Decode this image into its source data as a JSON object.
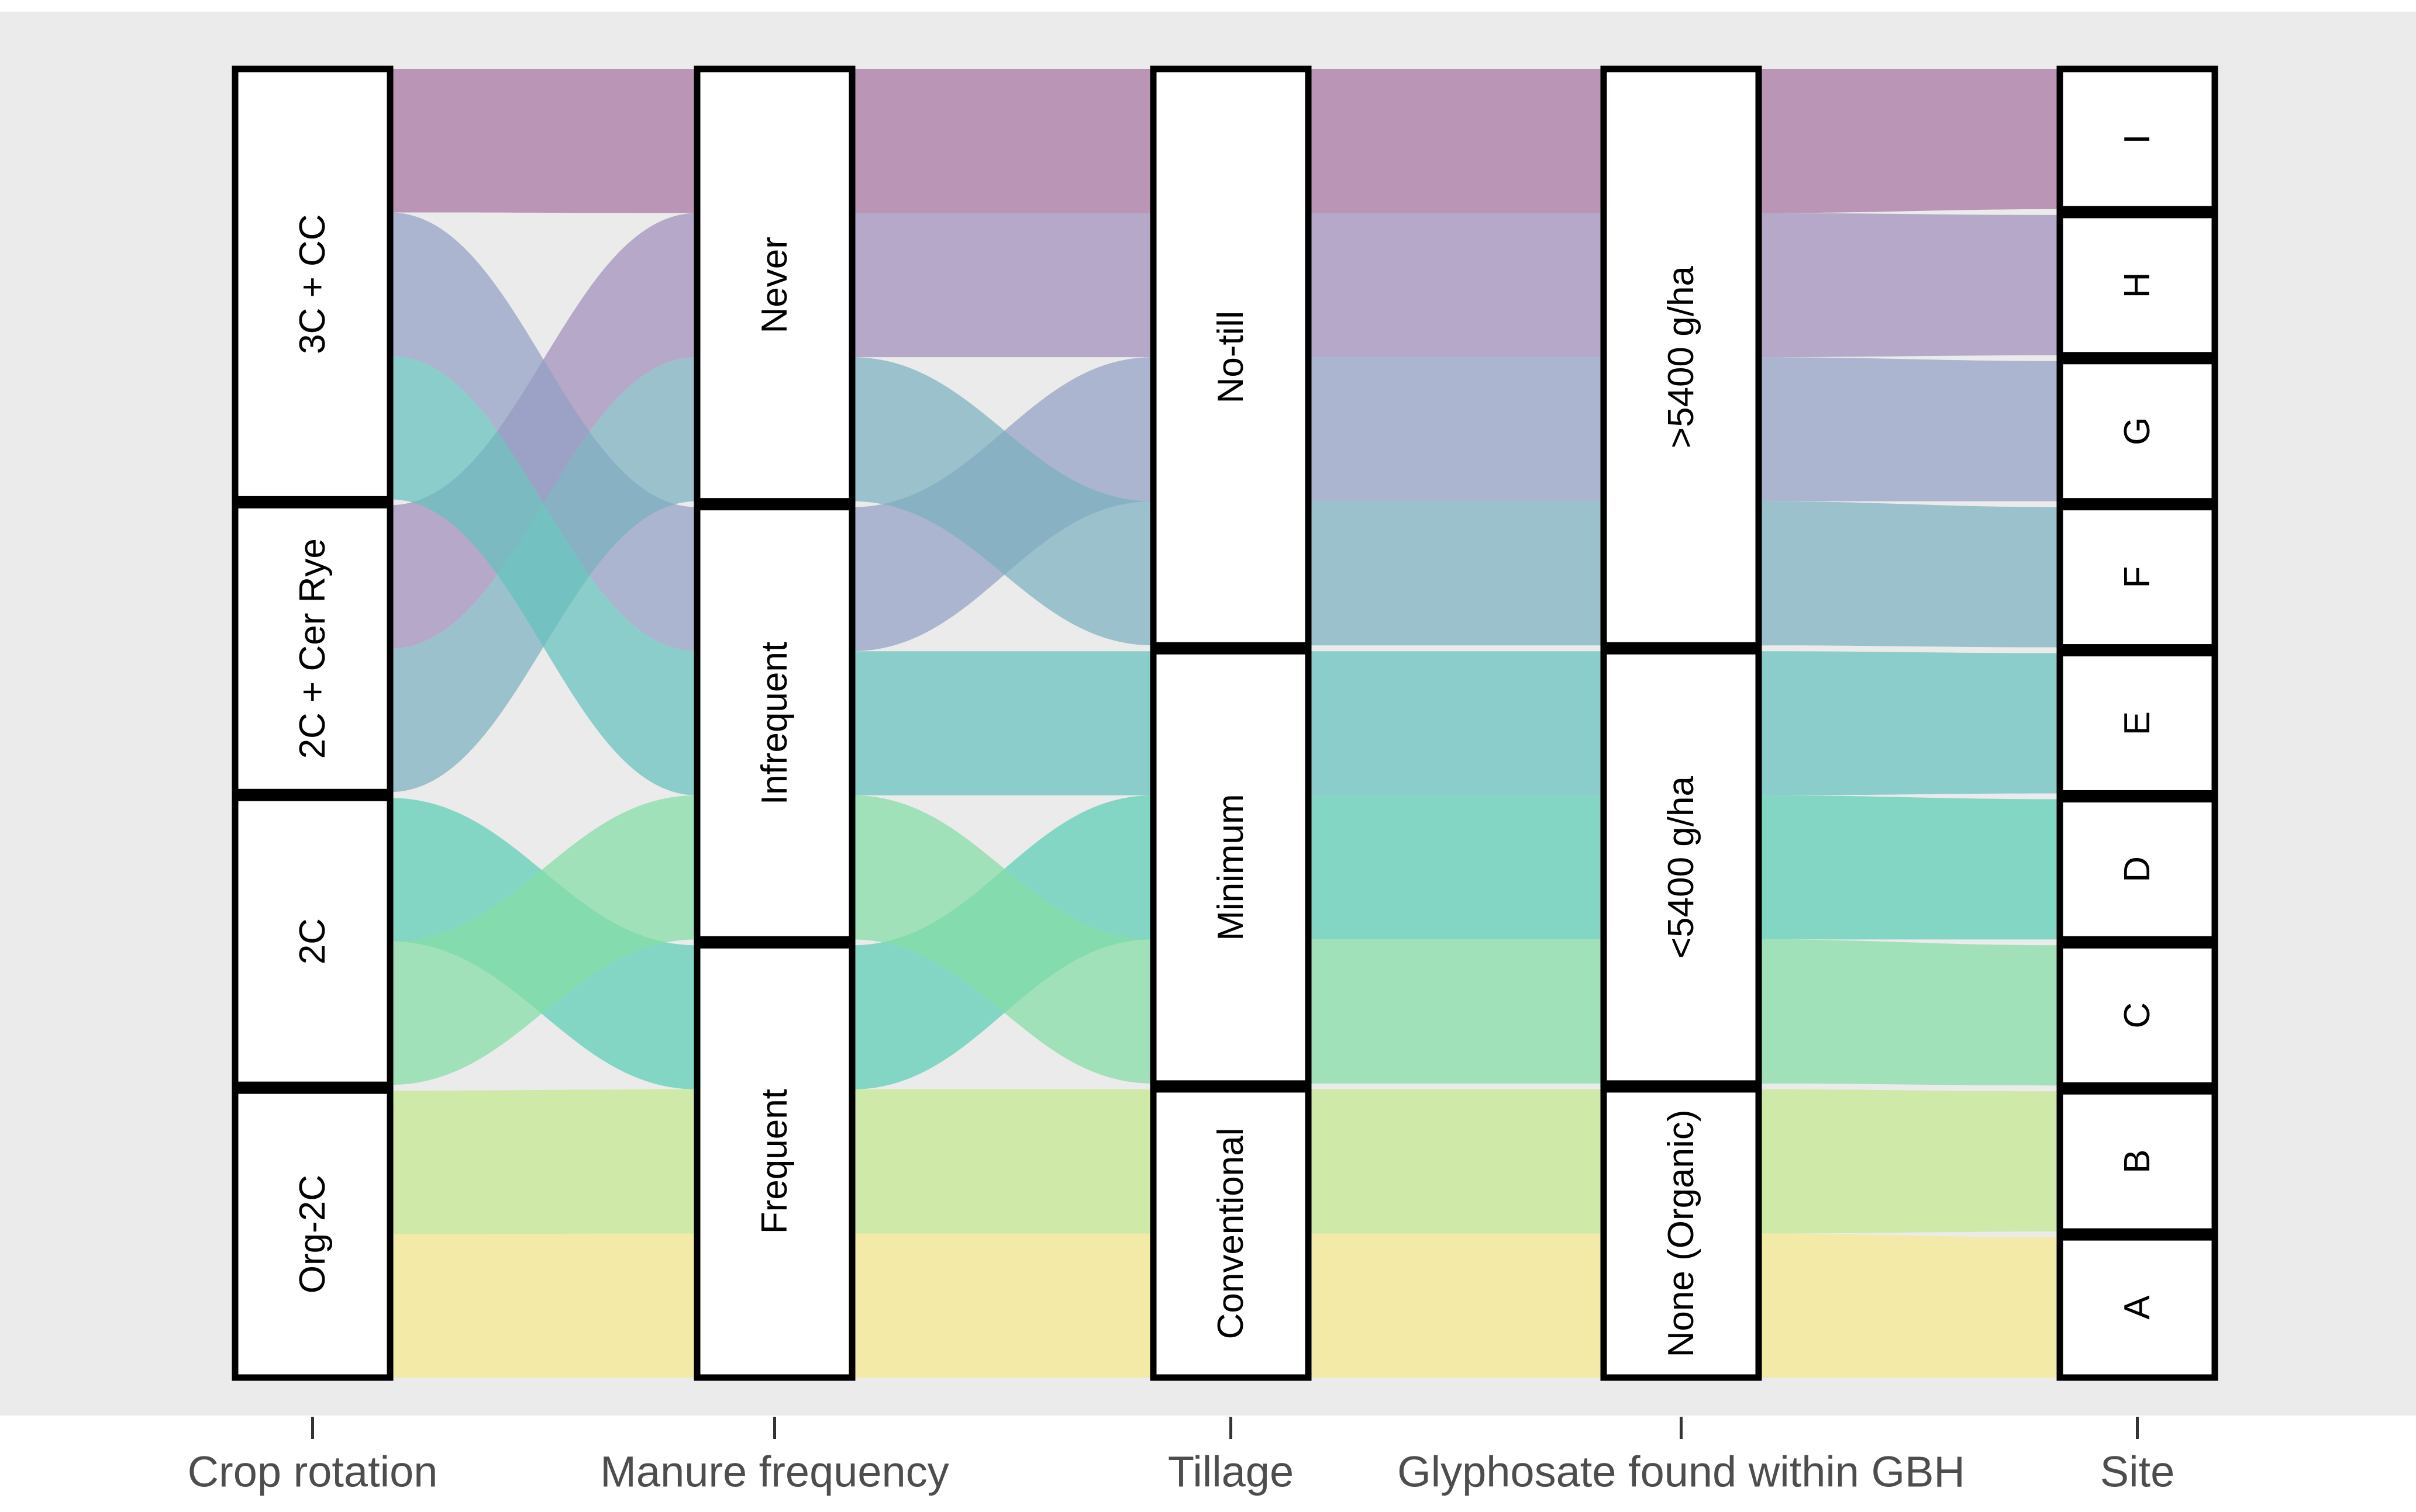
{
  "chart_data": {
    "type": "alluvial",
    "title": "",
    "axes": [
      {
        "key": "crop_rotation",
        "label": "Crop rotation",
        "strata": [
          "3C + CC",
          "2C + Cer Rye",
          "2C",
          "Org-2C"
        ]
      },
      {
        "key": "manure_frequency",
        "label": "Manure frequency",
        "strata": [
          "Never",
          "Infrequent",
          "Frequent"
        ]
      },
      {
        "key": "tillage",
        "label": "Tillage",
        "strata": [
          "No-till",
          "Minimum",
          "Conventional"
        ]
      },
      {
        "key": "glyphosate",
        "label": "Glyphosate found within GBH",
        "strata": [
          ">5400 g/ha",
          "<5400 g/ha",
          "None (Organic)"
        ]
      },
      {
        "key": "site",
        "label": "Site",
        "strata": [
          "I",
          "H",
          "G",
          "F",
          "E",
          "D",
          "C",
          "B",
          "A"
        ]
      }
    ],
    "axis_labels": [
      "Crop rotation",
      "Manure frequency",
      "Tillage",
      "Glyphosate found within GBH",
      "Site"
    ],
    "value_per_alluvium": 1,
    "alluvia": [
      {
        "site": "I",
        "color": "#a873a0",
        "crop_rotation": "3C + CC",
        "manure_frequency": "Never",
        "tillage": "No-till",
        "glyphosate": ">5400 g/ha",
        "site_label": "I"
      },
      {
        "site": "H",
        "color": "#9f8dba",
        "crop_rotation": "2C + Cer Rye",
        "manure_frequency": "Never",
        "tillage": "No-till",
        "glyphosate": ">5400 g/ha",
        "site_label": "H"
      },
      {
        "site": "G",
        "color": "#93a0c4",
        "crop_rotation": "3C + CC",
        "manure_frequency": "Infrequent",
        "tillage": "No-till",
        "glyphosate": ">5400 g/ha",
        "site_label": "G"
      },
      {
        "site": "F",
        "color": "#7cb0bf",
        "crop_rotation": "2C + Cer Rye",
        "manure_frequency": "Never",
        "tillage": "No-till",
        "glyphosate": ">5400 g/ha",
        "site_label": "F"
      },
      {
        "site": "E",
        "color": "#64c0bd",
        "crop_rotation": "3C + CC",
        "manure_frequency": "Infrequent",
        "tillage": "Minimum",
        "glyphosate": "<5400 g/ha",
        "site_label": "E"
      },
      {
        "site": "D",
        "color": "#5bcdb4",
        "crop_rotation": "2C",
        "manure_frequency": "Frequent",
        "tillage": "Minimum",
        "glyphosate": "<5400 g/ha",
        "site_label": "D"
      },
      {
        "site": "C",
        "color": "#84dda5",
        "crop_rotation": "2C",
        "manure_frequency": "Infrequent",
        "tillage": "Minimum",
        "glyphosate": "<5400 g/ha",
        "site_label": "C"
      },
      {
        "site": "B",
        "color": "#c2e78d",
        "crop_rotation": "Org-2C",
        "manure_frequency": "Frequent",
        "tillage": "Conventional",
        "glyphosate": "None (Organic)",
        "site_label": "B"
      },
      {
        "site": "A",
        "color": "#f7e98e",
        "crop_rotation": "Org-2C",
        "manure_frequency": "Frequent",
        "tillage": "Conventional",
        "glyphosate": "None (Organic)",
        "site_label": "A"
      }
    ],
    "stratum_counts": {
      "crop_rotation": {
        "3C + CC": 3,
        "2C + Cer Rye": 2,
        "2C": 2,
        "Org-2C": 2
      },
      "manure_frequency": {
        "Never": 3,
        "Infrequent": 3,
        "Frequent": 3
      },
      "tillage": {
        "No-till": 4,
        "Minimum": 3,
        "Conventional": 2
      },
      "glyphosate": {
        ">5400 g/ha": 4,
        "<5400 g/ha": 3,
        "None (Organic)": 2
      },
      "site": {
        "I": 1,
        "H": 1,
        "G": 1,
        "F": 1,
        "E": 1,
        "D": 1,
        "C": 1,
        "B": 1,
        "A": 1
      }
    },
    "palette": {
      "A": "#f7e98e",
      "B": "#c2e78d",
      "C": "#84dda5",
      "D": "#5bcdb4",
      "E": "#64c0bd",
      "F": "#7cb0bf",
      "G": "#93a0c4",
      "H": "#9f8dba",
      "I": "#a873a0"
    },
    "colors": {
      "panel_background": "#ebebeb",
      "plot_background": "#ffffff",
      "stratum_fill": "#ffffff",
      "stratum_stroke": "#000000",
      "axis_text": "#4d4d4d",
      "stratum_text": "#000000"
    },
    "flow_opacity": 0.72,
    "legend": "none",
    "grid": false
  }
}
